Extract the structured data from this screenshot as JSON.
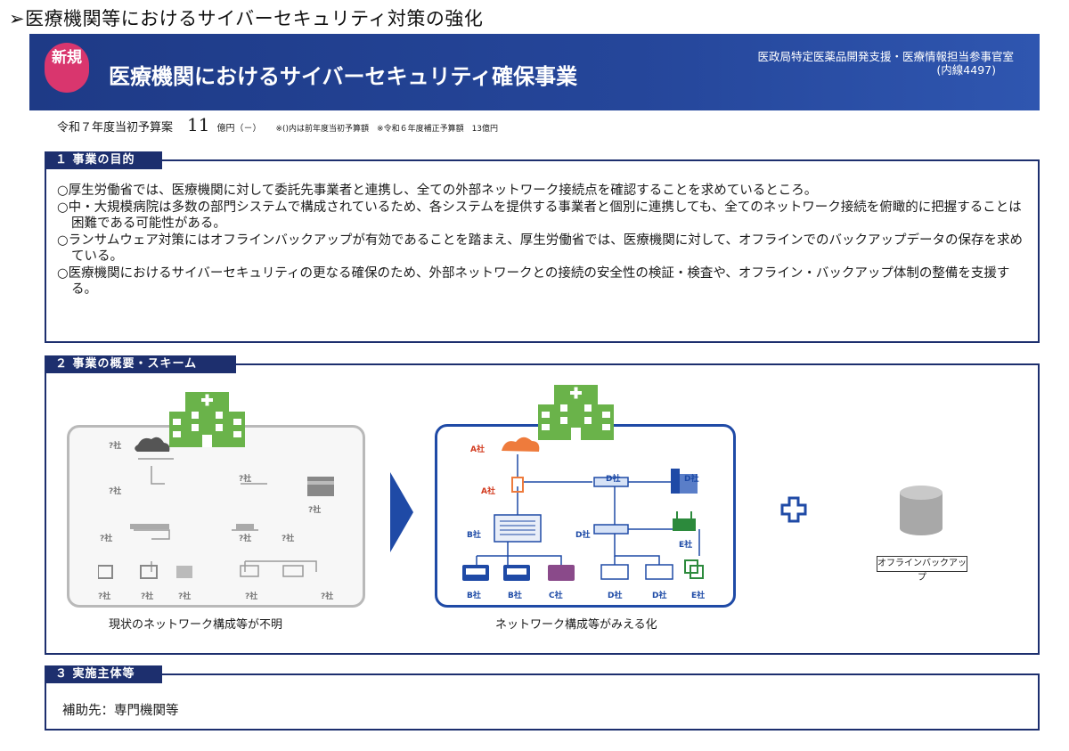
{
  "page_heading": "➢医療機関等におけるサイバーセキュリティ対策の強化",
  "banner": {
    "badge": "新規",
    "title": "医療機関におけるサイバーセキュリティ確保事業",
    "department": "医政局特定医薬品開発支援・医療情報担当参事官室",
    "extension": "(内線4497)"
  },
  "budget": {
    "label": "令和７年度当初予算案",
    "amount": "11",
    "unit": "億円（－）",
    "note": "※()内は前年度当初予算額　※令和６年度補正予算額　13億円"
  },
  "section1": {
    "label": "１ 事業の目的",
    "items": [
      "○厚生労働省では、医療機関に対して委託先事業者と連携し、全ての外部ネットワーク接続点を確認することを求めているところ。",
      "○中・大規模病院は多数の部門システムで構成されているため、各システムを提供する事業者と個別に連携しても、全てのネットワーク接続を俯瞰的に把握することは困難である可能性がある。",
      "○ランサムウェア対策にはオフラインバックアップが有効であることを踏まえ、厚生労働省では、医療機関に対して、オフラインでのバックアップデータの保存を求めている。",
      "○医療機関におけるサイバーセキュリティの更なる確保のため、外部ネットワークとの接続の安全性の検証・検査や、オフライン・バックアップ体制の整備を支援する。"
    ]
  },
  "section2": {
    "label": "２ 事業の概要・スキーム",
    "left_caption": "現状のネットワーク構成等が不明",
    "right_caption": "ネットワーク構成等がみえる化",
    "offline_label": "オフラインバックアップ",
    "unknown_labels": [
      "?社",
      "?社",
      "?社",
      "?社",
      "?社",
      "?社",
      "?社",
      "?社",
      "?社",
      "?社",
      "?社",
      "?社"
    ],
    "vendor_labels": {
      "a_cloud": "A社",
      "a_fw": "A社",
      "b_server": "B社",
      "d_switch1": "D社",
      "d_server": "D社",
      "d_switch2": "D社",
      "e_router": "E社",
      "b_pc1": "B社",
      "b_pc2": "B社",
      "c_pc": "C社",
      "d_pc1": "D社",
      "d_pc2": "D社",
      "e_pc": "E社"
    }
  },
  "section3": {
    "label": "３ 実施主体等",
    "recipient": "補助先：専門機関等"
  },
  "colors": {
    "navy": "#1d2f6e",
    "badge": "#d9366e",
    "hospital_green": "#6ab34a",
    "accent_blue": "#1f4aa6",
    "cloud_orange": "#ee7b3c"
  }
}
